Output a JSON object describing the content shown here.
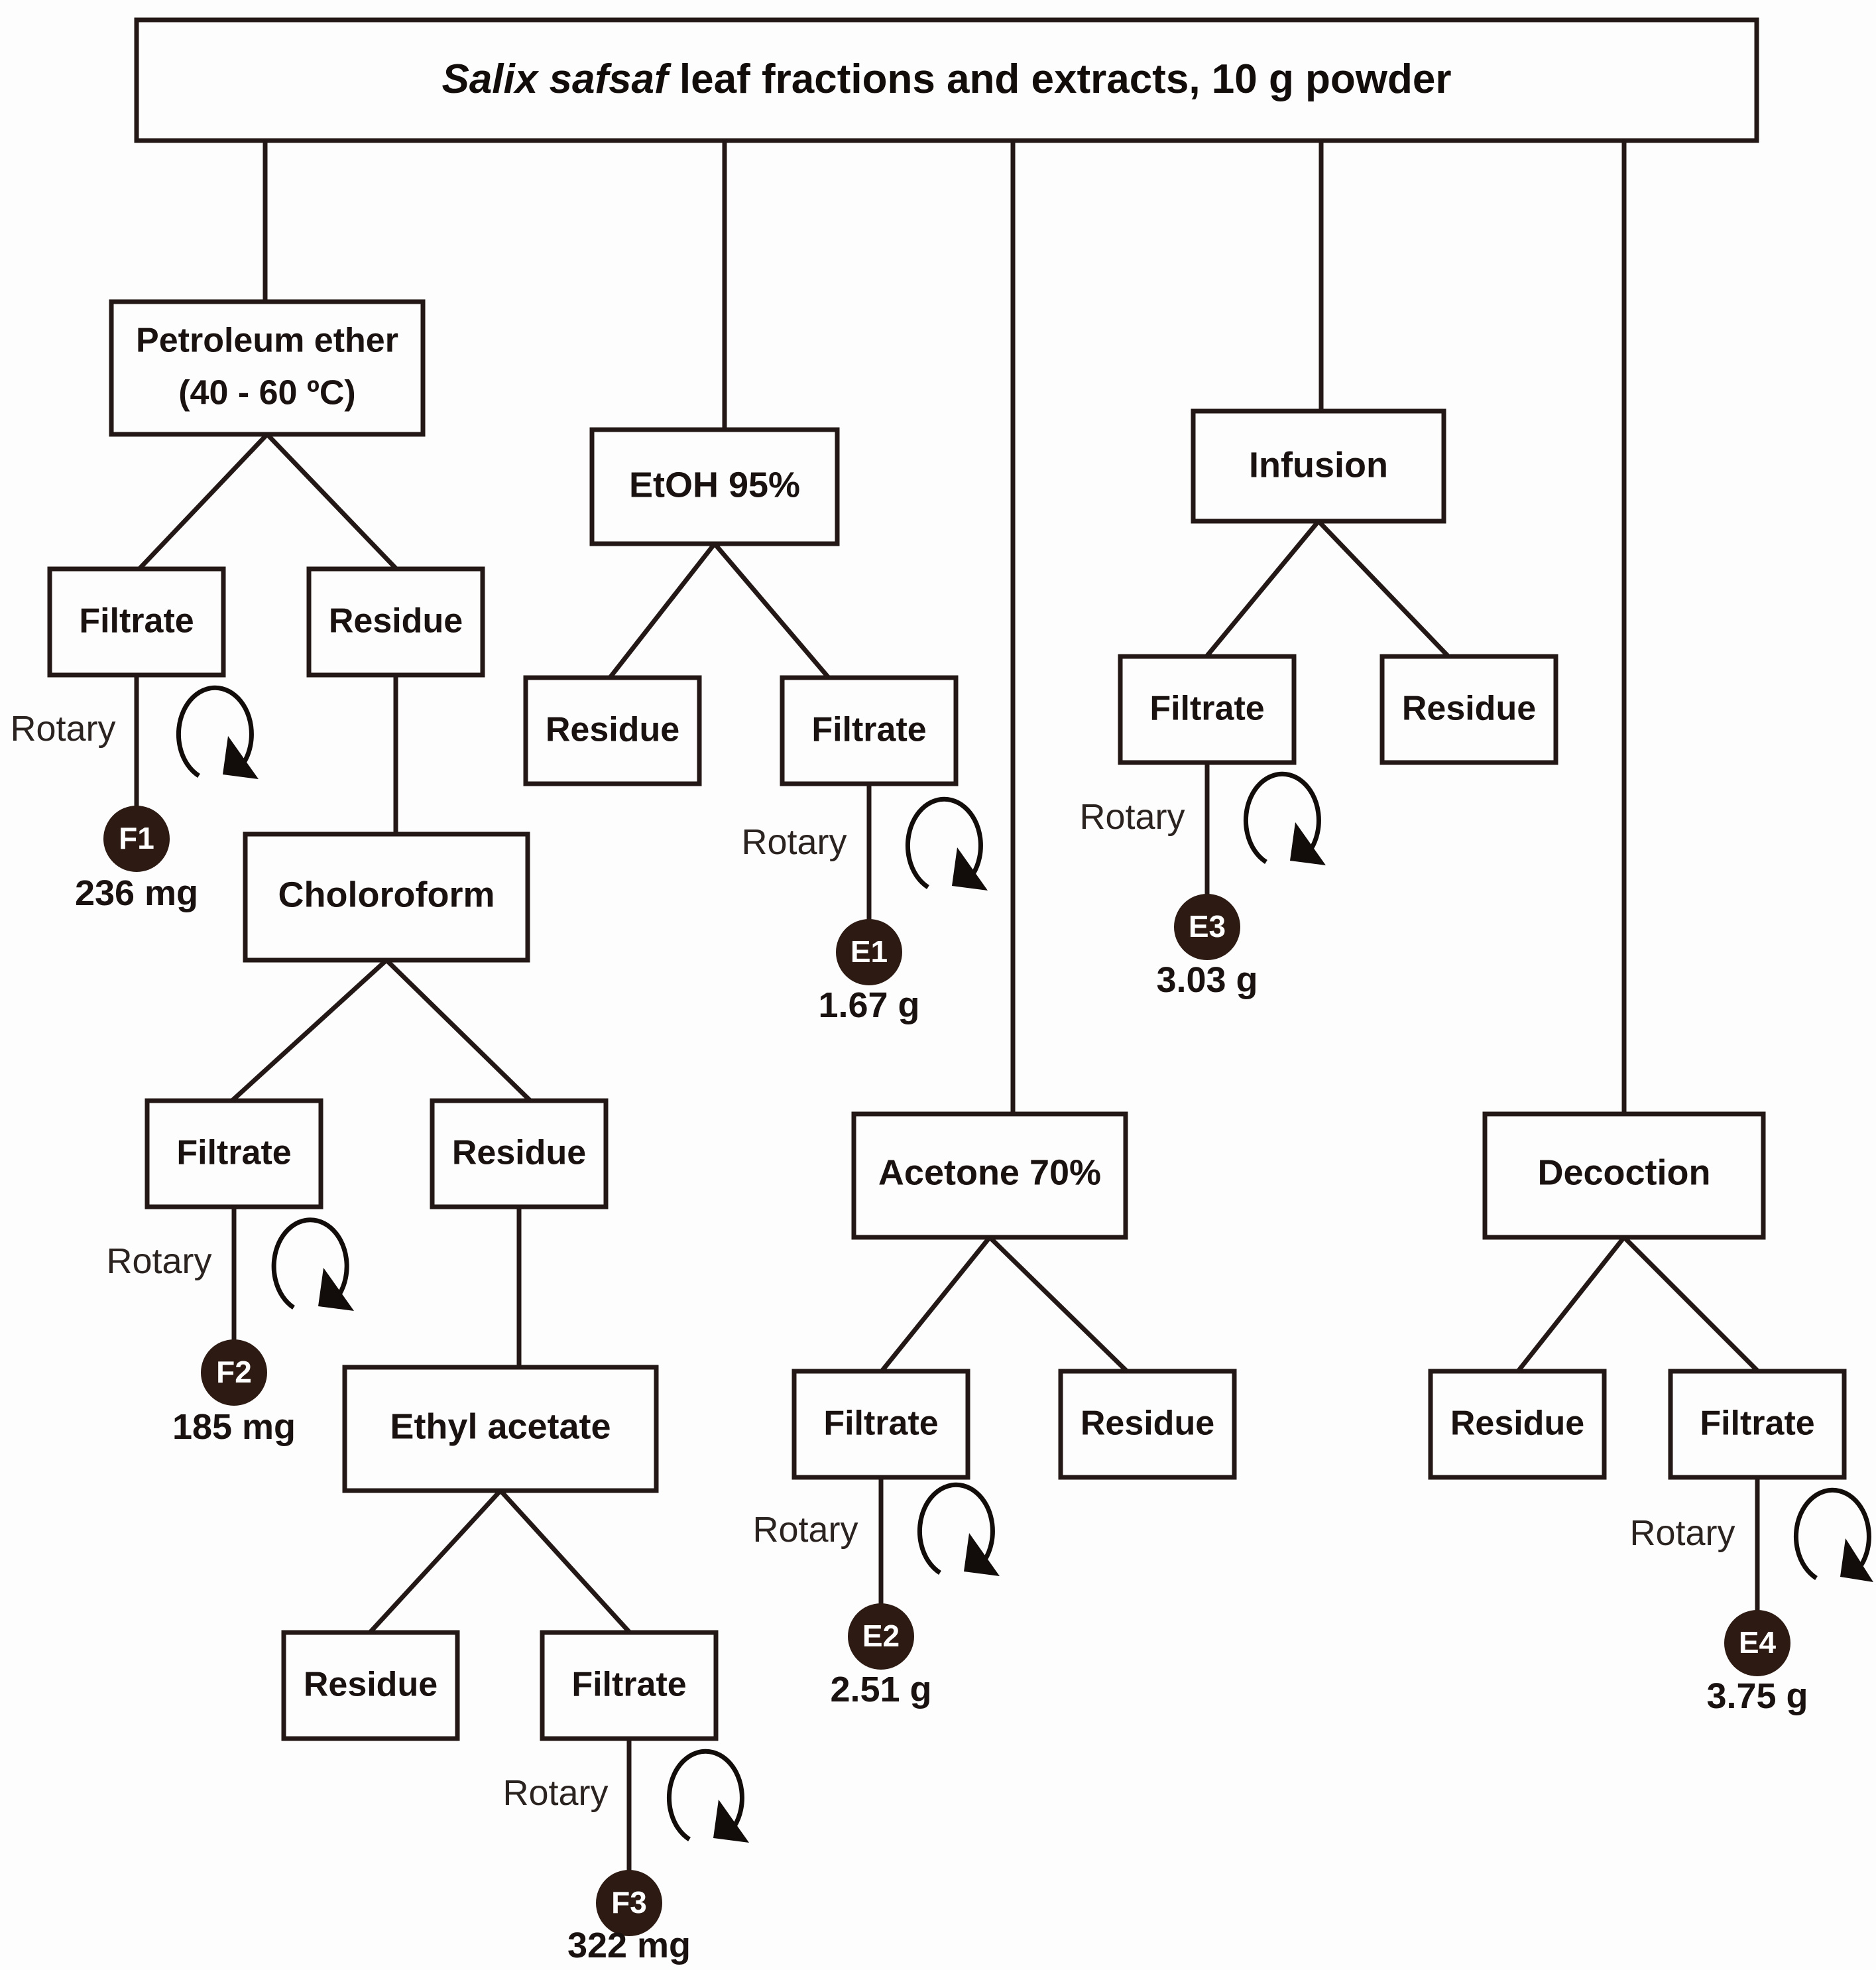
{
  "figure": {
    "type": "process-flow-diagram",
    "title_prefix_italic": "Salix safsaf",
    "title_rest": " leaf fractions and extracts, 10 g powder",
    "title_full": "Salix safsaf leaf fractions and extracts, 10 g powder",
    "starting_material": "10 g powder",
    "rotary_label": "Rotary"
  },
  "solvents": {
    "petroleum_ether_line1": "Petroleum ether",
    "petroleum_ether_line2": "(40 - 60 ºC)",
    "etoh": "EtOH  95%",
    "choloroform": "Choloroform",
    "ethyl_acetate": "Ethyl acetate",
    "acetone": "Acetone 70%",
    "infusion": "Infusion",
    "decoction": "Decoction"
  },
  "split_labels": {
    "filtrate": "Filtrate",
    "residue": "Residue"
  },
  "branches": [
    {
      "id": "petroleum-ether",
      "solvent": "Petroleum ether\n(40 - 60 ºC)",
      "children": [
        {
          "kind": "Filtrate",
          "side": "left"
        },
        {
          "kind": "Residue",
          "side": "right"
        }
      ]
    },
    {
      "id": "etoh-95",
      "solvent": "EtOH  95%",
      "children": [
        {
          "kind": "Residue",
          "side": "left"
        },
        {
          "kind": "Filtrate",
          "side": "right"
        }
      ]
    },
    {
      "id": "choloroform",
      "solvent": "Choloroform",
      "children": [
        {
          "kind": "Filtrate",
          "side": "left"
        },
        {
          "kind": "Residue",
          "side": "right"
        }
      ]
    },
    {
      "id": "ethyl-acetate",
      "solvent": "Ethyl acetate",
      "children": [
        {
          "kind": "Residue",
          "side": "left"
        },
        {
          "kind": "Filtrate",
          "side": "right"
        }
      ]
    },
    {
      "id": "acetone-70",
      "solvent": "Acetone 70%",
      "children": [
        {
          "kind": "Filtrate",
          "side": "left"
        },
        {
          "kind": "Residue",
          "side": "right"
        }
      ]
    },
    {
      "id": "infusion",
      "solvent": "Infusion",
      "children": [
        {
          "kind": "Filtrate",
          "side": "left"
        },
        {
          "kind": "Residue",
          "side": "right"
        }
      ]
    },
    {
      "id": "decoction",
      "solvent": "Decoction",
      "children": [
        {
          "kind": "Residue",
          "side": "left"
        },
        {
          "kind": "Filtrate",
          "side": "right"
        }
      ]
    }
  ],
  "products": {
    "f1": {
      "code": "F1",
      "yield": "236 mg",
      "from": "Petroleum ether filtrate"
    },
    "f2": {
      "code": "F2",
      "yield": "185 mg",
      "from": "Choloroform filtrate"
    },
    "f3": {
      "code": "F3",
      "yield": "322 mg",
      "from": "Ethyl acetate filtrate"
    },
    "e1": {
      "code": "E1",
      "yield": "1.67 g",
      "from": "EtOH 95% filtrate"
    },
    "e2": {
      "code": "E2",
      "yield": "2.51 g",
      "from": "Acetone 70% filtrate"
    },
    "e3": {
      "code": "E3",
      "yield": "3.03 g",
      "from": "Infusion filtrate"
    },
    "e4": {
      "code": "E4",
      "yield": "3.75 g",
      "from": "Decoction filtrate"
    }
  },
  "colors": {
    "stroke": "#231815",
    "node_fill": "#2c1a13",
    "node_text": "#ffffff",
    "background": "#fdfdfd",
    "text": "#1a1210"
  }
}
